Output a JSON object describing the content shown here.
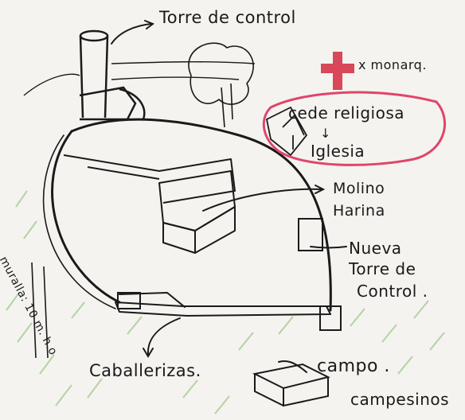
{
  "labels": {
    "torre_control": "Torre de control",
    "monarquia": "x monarq.",
    "sede_religiosa": "cede religiosa",
    "arrow_down": "↓",
    "iglesia": "Iglesia",
    "molino_line1": "Molino",
    "molino_line2": "Harina",
    "nueva_torre_line1": "Nueva",
    "nueva_torre_line2": "Torre de",
    "nueva_torre_line3": "Control .",
    "caballerizas": "Caballerizas.",
    "campo": "campo .",
    "campesinos": "campesinos",
    "muralla": "muralla: 10 m. h.o"
  },
  "colors": {
    "ink": "#1a1a1a",
    "cross": "#d9475a",
    "highlight_loop": "#e0456a",
    "paper": "#f4f3ef",
    "grass": "#7fb86a"
  }
}
